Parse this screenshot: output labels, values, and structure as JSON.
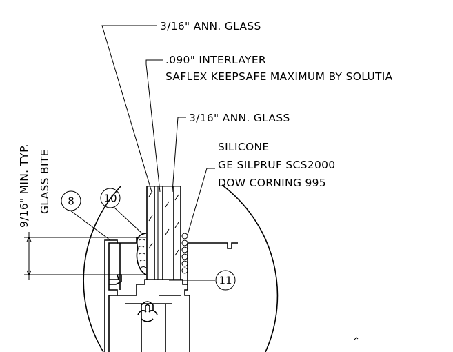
{
  "drawing": {
    "labels": {
      "outer_glass": "3/16\" ANN. GLASS",
      "interlayer_line1": ".090\" INTERLAYER",
      "interlayer_line2": "SAFLEX KEEPSAFE MAXIMUM BY SOLUTIA",
      "inner_glass": "3/16\" ANN. GLASS",
      "silicone_line1": "SILICONE",
      "silicone_line2": "GE SILPRUF SCS2000",
      "silicone_line3": "DOW CORNING 995",
      "dimension": "9/16\" MIN. TYP.",
      "glass_bite": "GLASS BITE"
    },
    "callouts": [
      "8",
      "10",
      "11"
    ]
  }
}
